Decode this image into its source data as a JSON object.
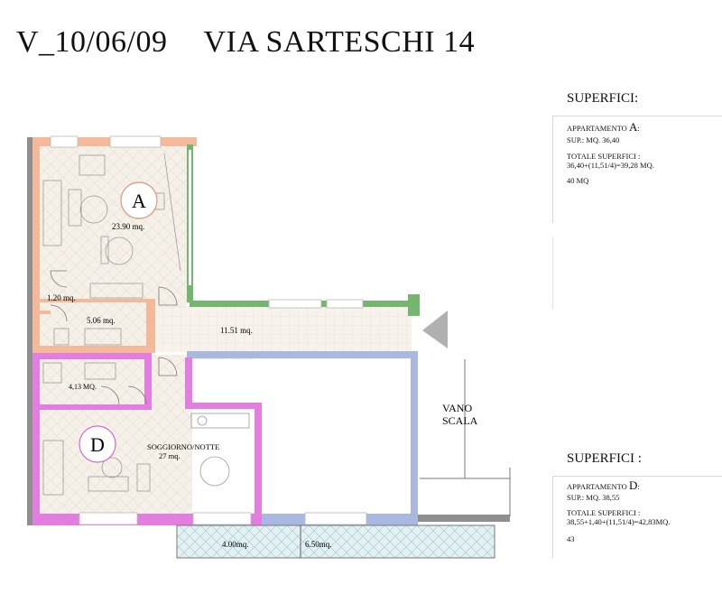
{
  "header": {
    "date": "V_10/06/09",
    "address": "VIA SARTESCHI 14"
  },
  "plan": {
    "room_a_letter": "A",
    "room_a_area": "23.90 mq.",
    "bath_a_small_area": "1.20 mq.",
    "bath_a_area": "5.06 mq.",
    "corridor_area": "11.51 mq.",
    "bath_d_area": "4,13 MQ.",
    "room_d_letter": "D",
    "room_d_label": "SOGGIORNO/NOTTE",
    "room_d_area": "27 mq.",
    "balcony_left_area": "4.00mq.",
    "balcony_right_area": "6.50mq.",
    "stair_label_1": "VANO",
    "stair_label_2": "SCALA"
  },
  "superfici_a": {
    "heading": "SUPERFICI:",
    "apt_prefix": "APPARTAMENTO ",
    "apt_letter": "A",
    "apt_suffix": ":",
    "sup": "SUP.: MQ. 36,40",
    "totale_label": "TOTALE SUPERFICI :",
    "totale_calc": "36,40+(11,51/4)=39,28 MQ.",
    "total": "40 MQ"
  },
  "superfici_d": {
    "heading": "SUPERFICI :",
    "apt_prefix": "APPARTAMENTO ",
    "apt_letter": "D",
    "apt_suffix": ":",
    "sup": "SUP.: MQ. 38,55",
    "totale_label": "TOTALE SUPERFICI :",
    "totale_calc": "38,55+1,40+(11,51/4)=42,83MQ.",
    "total": "43"
  },
  "colors": {
    "apt_a": "#f4b89a",
    "apt_d": "#e37de0",
    "common_green": "#74b56f",
    "common_blue": "#a9b8e0",
    "floor": "#f3ece0",
    "balcony": "#cfe6ea",
    "wall_grey": "#9a9a9a"
  }
}
